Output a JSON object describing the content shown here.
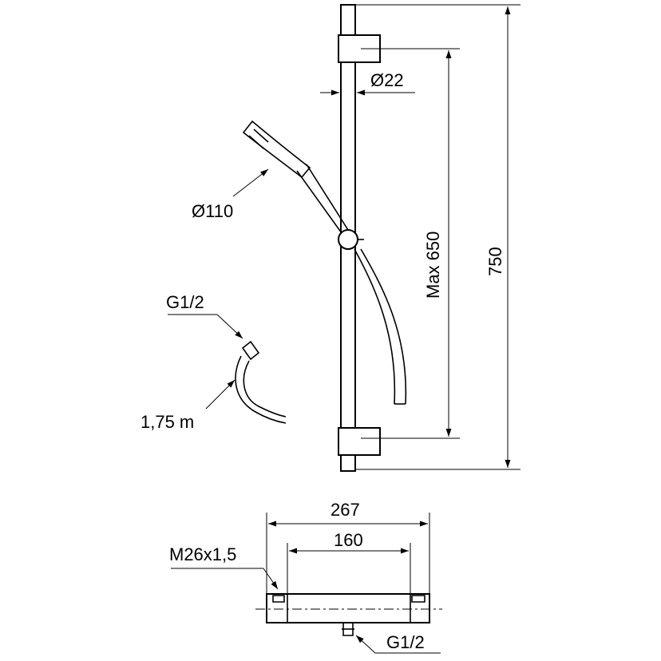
{
  "dimensions": {
    "bar_diameter": "Ø22",
    "head_diameter": "Ø110",
    "connection_top": "G1/2",
    "hose_length": "1,75 m",
    "max_height": "Max 650",
    "total_height": "750",
    "mixer_width": "267",
    "mixer_spacing": "160",
    "mixer_thread": "M26x1,5",
    "mixer_outlet": "G1/2"
  }
}
